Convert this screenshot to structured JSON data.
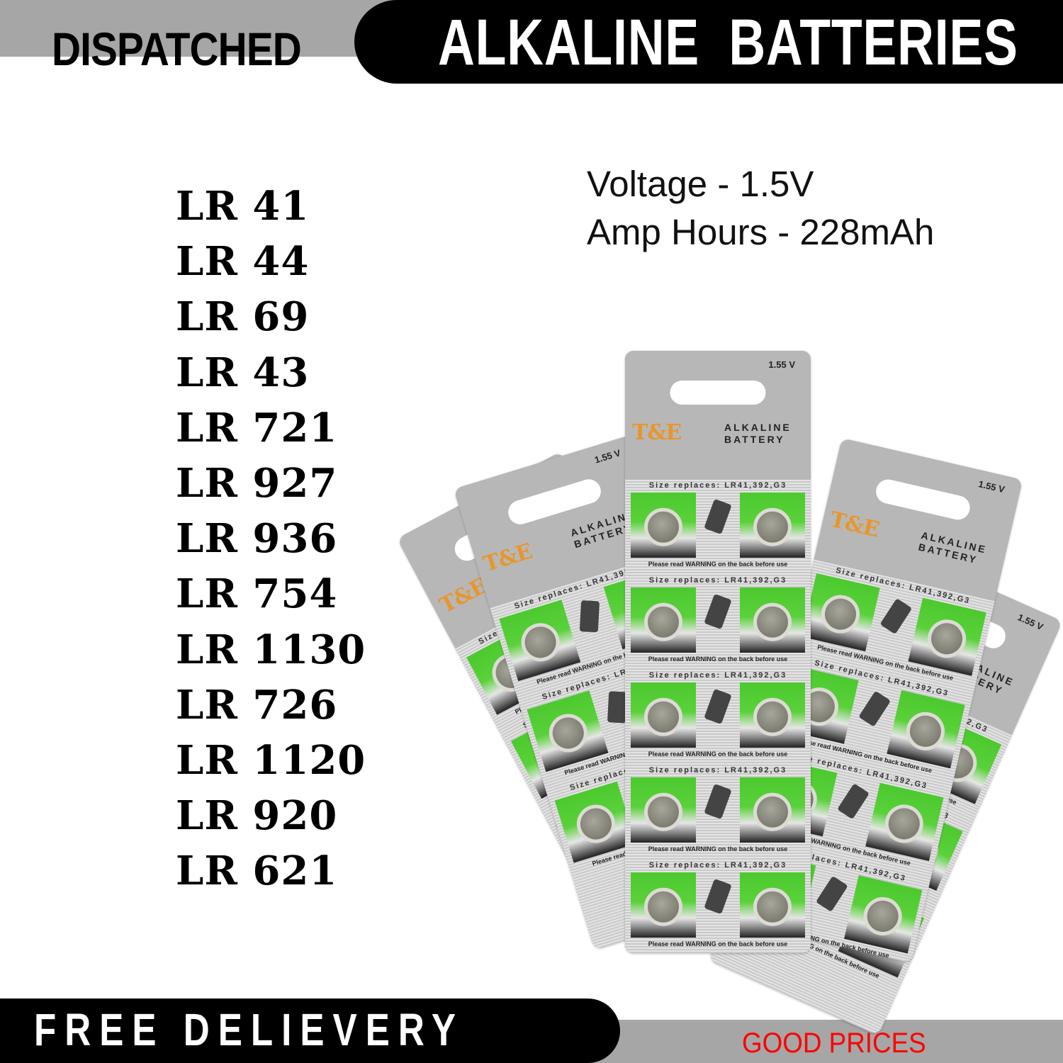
{
  "header": {
    "left_label": "DISPATCHED",
    "title": "ALKALINE  BATTERIES",
    "colors": {
      "gray_band": "#a6a6a6",
      "pill": "#000000",
      "title_text": "#ffffff"
    }
  },
  "models": {
    "items": [
      "LR 41",
      "LR 44",
      "LR 69",
      "LR 43",
      "LR 721",
      "LR 927",
      "LR 936",
      "LR 754",
      "LR 1130",
      "LR 726",
      "LR 1120",
      "LR 920",
      "LR 621"
    ]
  },
  "specs": {
    "voltage": "Voltage - 1.5V",
    "capacity": "Amp Hours - 228mAh"
  },
  "product": {
    "voltage_label": "1.55 V",
    "brand": "T&E",
    "kind_line1": "ALKALINE",
    "kind_line2": "BATTERY",
    "size_replaces": "Size replaces: LR41,392,G3",
    "warning": "Please read WARNING on the back before use",
    "colors": {
      "card": "#b7b7b7",
      "green": "#4cc92f",
      "brand": "#e8962a"
    }
  },
  "footer": {
    "left_label": "FREE DELIEVERY",
    "right_label": "GOOD PRICES",
    "colors": {
      "pill": "#000000",
      "gray_band": "#a6a6a6",
      "right_text": "#ff0000"
    }
  }
}
